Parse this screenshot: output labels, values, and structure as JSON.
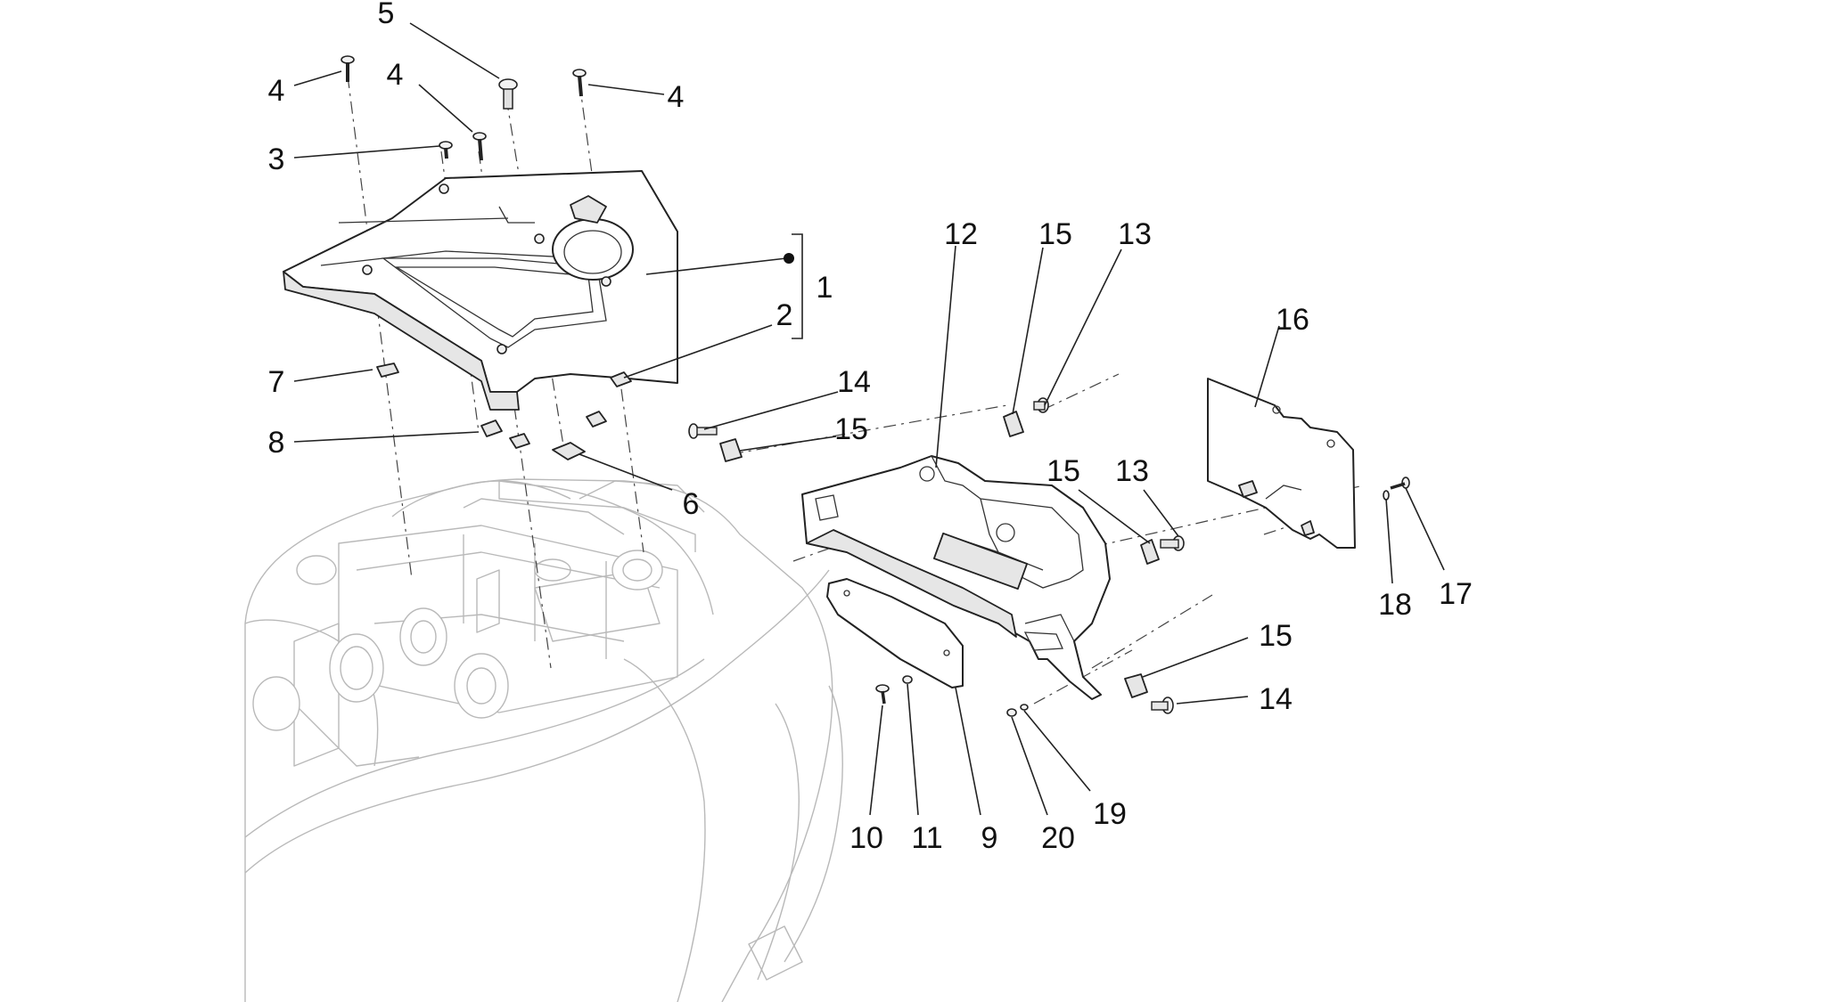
{
  "diagram": {
    "callouts": {
      "c1": "1",
      "c2": "2",
      "c3": "3",
      "c4a": "4",
      "c4b": "4",
      "c4c": "4",
      "c5": "5",
      "c6": "6",
      "c7": "7",
      "c8": "8",
      "c9": "9",
      "c10": "10",
      "c11": "11",
      "c12": "12",
      "c13a": "13",
      "c13b": "13",
      "c14a": "14",
      "c14b": "14",
      "c15a": "15",
      "c15b": "15",
      "c15c": "15",
      "c15d": "15",
      "c16": "16",
      "c17": "17",
      "c18": "18",
      "c19": "19",
      "c20": "20"
    }
  }
}
